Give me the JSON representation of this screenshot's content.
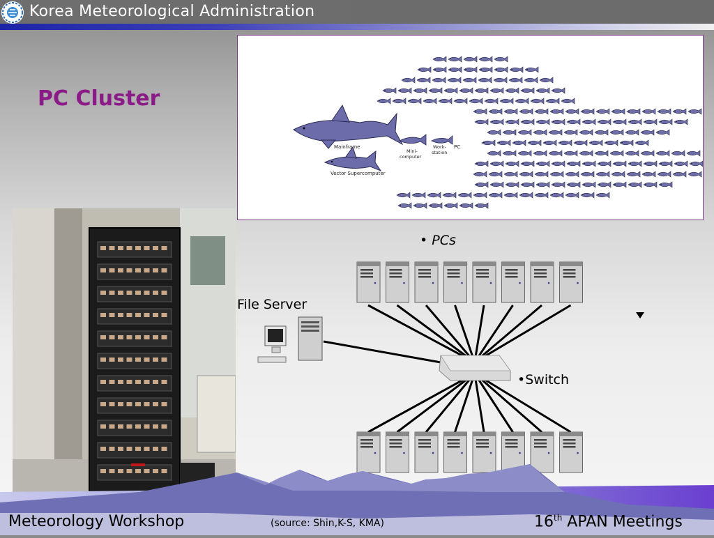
{
  "header": {
    "title": "Korea Meteorological Administration"
  },
  "slide": {
    "title": "PC Cluster"
  },
  "fish_image": {
    "labels": {
      "mainframe": "Mainframe",
      "vector": "Vector Supercomputer",
      "mini": "Mini-\ncomputer",
      "work": "Work-\nstation",
      "pc": "PC"
    }
  },
  "diagram": {
    "pcs_label": "PCs",
    "file_server_label": "File Server",
    "switch_label": "Switch",
    "top_pc_count": 8,
    "bottom_pc_count": 8
  },
  "footer": {
    "left": "Meteorology Workshop",
    "mid": "(source: Shin,K-S, KMA)",
    "right_num": "16",
    "right_sup": "th",
    "right_text": " APAN Meetings"
  }
}
